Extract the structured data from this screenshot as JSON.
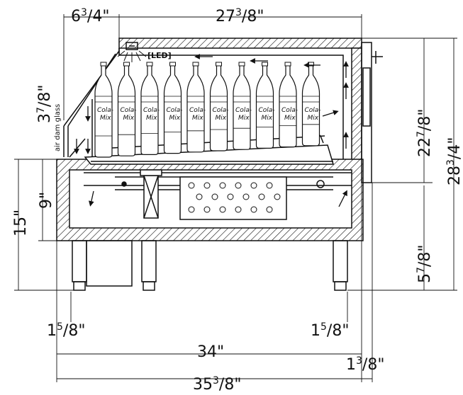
{
  "dimensions": {
    "top_left_width": {
      "whole": "6",
      "num": "3",
      "den": "4",
      "unit": "\""
    },
    "top_width": {
      "whole": "27",
      "num": "3",
      "den": "8",
      "unit": "\""
    },
    "air_dam_height": {
      "whole": "3",
      "num": "7",
      "den": "8",
      "unit": "\""
    },
    "lower_inner_height": {
      "whole": "9",
      "unit": "\""
    },
    "base_height": {
      "whole": "15",
      "unit": "\""
    },
    "cabinet_height": {
      "whole": "22",
      "num": "7",
      "den": "8",
      "unit": "\""
    },
    "total_height": {
      "whole": "28",
      "num": "3",
      "den": "4",
      "unit": "\""
    },
    "leg_height": {
      "whole": "5",
      "num": "7",
      "den": "8",
      "unit": "\""
    },
    "left_leg_offset": {
      "whole": "1",
      "num": "5",
      "den": "8",
      "unit": "\""
    },
    "right_leg_offset": {
      "whole": "1",
      "num": "5",
      "den": "8",
      "unit": "\""
    },
    "body_width": {
      "whole": "34",
      "unit": "\""
    },
    "right_overhang": {
      "whole": "1",
      "num": "3",
      "den": "8",
      "unit": "\""
    },
    "total_width": {
      "whole": "35",
      "num": "3",
      "den": "8",
      "unit": "\""
    }
  },
  "labels": {
    "led": "[LED]",
    "air_dam_glass": "air dam glass"
  },
  "bottles": {
    "count": 10,
    "text_line1": "Cola-",
    "text_line2": "Mix"
  },
  "colors": {
    "line": "#111111",
    "paper": "#ffffff"
  }
}
